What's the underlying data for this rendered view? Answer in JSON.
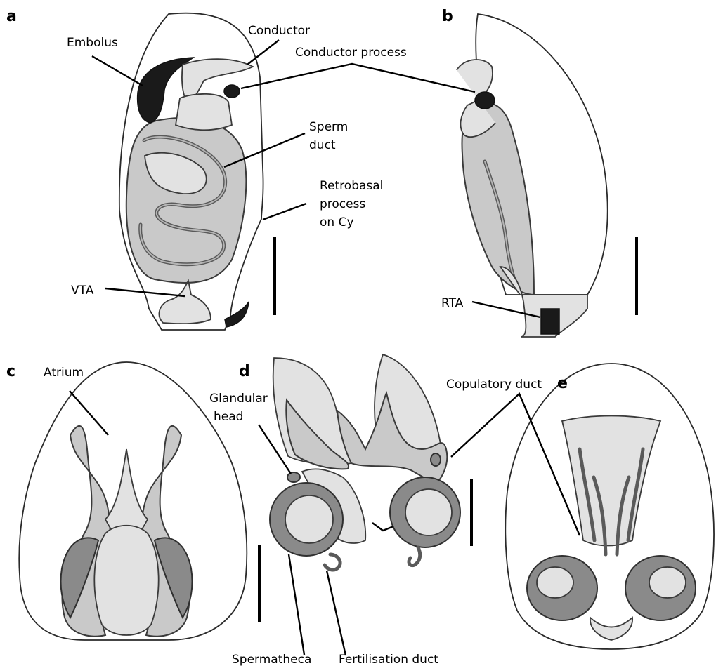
{
  "panels": {
    "a": "a",
    "b": "b",
    "c": "c",
    "d": "d",
    "e": "e"
  },
  "labels": {
    "embolus": "Embolus",
    "conductor": "Conductor",
    "conductor_process": "Conductor process",
    "sperm_duct": [
      "Sperm",
      "duct"
    ],
    "retrobasal": [
      "Retrobasal",
      "process",
      "on Cy"
    ],
    "vta": "VTA",
    "rta": "RTA",
    "atrium": "Atrium",
    "glandular_head": [
      "Glandular",
      "head"
    ],
    "copulatory_duct": "Copulatory duct",
    "spermatheca": "Spermatheca",
    "fertilisation_duct": "Fertilisation duct"
  }
}
